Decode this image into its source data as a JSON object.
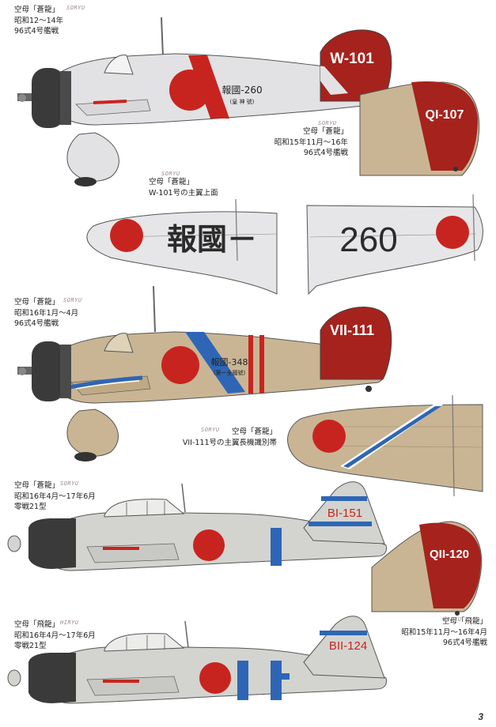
{
  "page_number": "3",
  "colors": {
    "hinomaru": "#c8241f",
    "tail_red": "#a6221d",
    "silver": "#e2e2e4",
    "khaki": "#c9b594",
    "pale_gray": "#d3d4cf",
    "blue_band": "#2e66b5",
    "cowl_black": "#3a3a3a"
  },
  "aircraft": [
    {
      "caption": [
        "空母「蒼龍」",
        "昭和12～14年",
        "96式4号艦戦"
      ],
      "romaji": "SORYU",
      "tail_code": "W-101",
      "donation": "報國-260",
      "donation_sub": "(皇 神 號)"
    },
    {
      "caption": [
        "空母「蒼龍」",
        "昭和15年11月～16年",
        "96式4号艦戦"
      ],
      "romaji": "SORYU",
      "tail_code": "QI-107"
    },
    {
      "caption": [
        "空母「蒼龍」",
        "W-101号の主翼上面"
      ],
      "romaji": "SORYU",
      "wing_text_left": "報國－",
      "wing_text_right": "260"
    },
    {
      "caption": [
        "空母「蒼龍」",
        "昭和16年1月～4月",
        "96式4号艦戦"
      ],
      "romaji": "SORYU",
      "tail_code": "VII-111",
      "donation": "報國-348",
      "donation_sub": "(第一全國號)"
    },
    {
      "caption": [
        "空母「蒼龍」",
        "VII-111号の主翼長機識別帯"
      ],
      "romaji": "SORYU"
    },
    {
      "caption": [
        "空母「蒼龍」",
        "昭和16年4月～17年6月",
        "零戦21型"
      ],
      "romaji": "SORYU",
      "tail_code": "BI-151"
    },
    {
      "caption": [
        "空母「飛龍」",
        "昭和15年11月～16年4月",
        "96式4号艦戦"
      ],
      "romaji": "HIRYU",
      "tail_code": "QII-120"
    },
    {
      "caption": [
        "空母「飛龍」",
        "昭和16年4月～17年6月",
        "零戦21型"
      ],
      "romaji": "HIRYU",
      "tail_code": "BII-124"
    }
  ]
}
